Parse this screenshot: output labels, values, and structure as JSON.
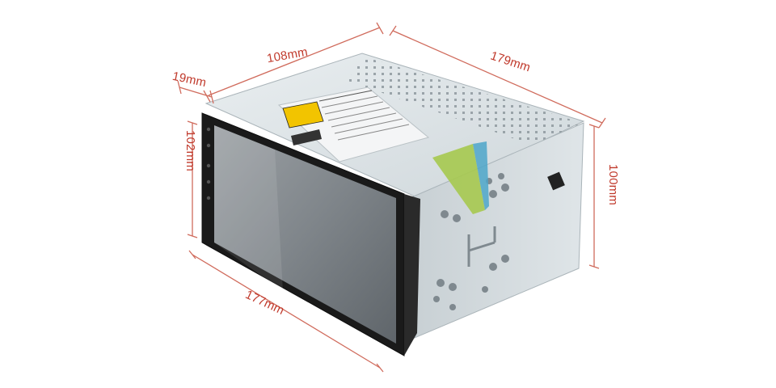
{
  "dimensions": {
    "top_width": "108mm",
    "depth": "179mm",
    "bezel": "19mm",
    "front_height": "102mm",
    "side_height": "100mm",
    "front_width": "177mm"
  },
  "colors": {
    "dimension_lines": "#d06b5c",
    "dimension_text": "#c0392b",
    "chassis_top": "#dde3e6",
    "chassis_side": "#ccd4d8",
    "bezel": "#1a1a1a",
    "screen": "#8a8f94",
    "cable": "#9bc14a"
  }
}
